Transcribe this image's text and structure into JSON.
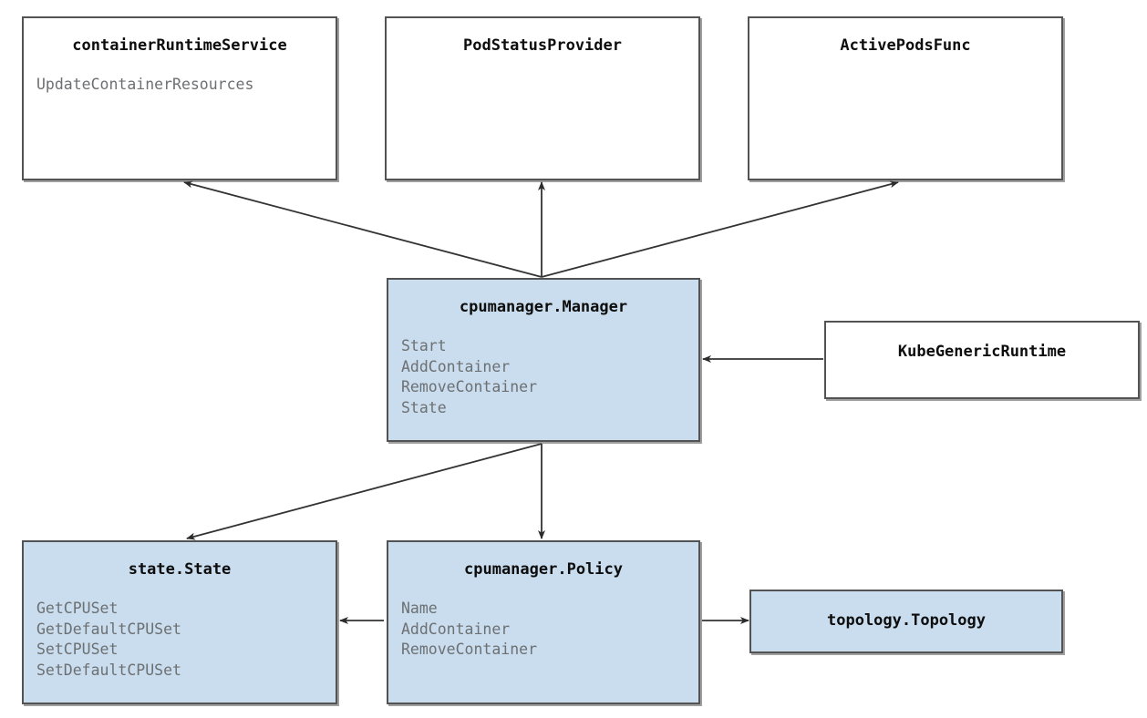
{
  "diagram": {
    "kind": "class-diagram",
    "background_color": "#ffffff",
    "node_fill_highlight": "#c9ddee",
    "node_fill_plain": "#ffffff",
    "node_border_color": "#535353",
    "title_color": "#0d0d0d",
    "member_color": "#6d7072",
    "edge_color": "#333333"
  },
  "nodes": {
    "container_runtime_service": {
      "title": "containerRuntimeService",
      "members": [
        "UpdateContainerResources"
      ]
    },
    "pod_status_provider": {
      "title": "PodStatusProvider",
      "members": []
    },
    "active_pods_func": {
      "title": "ActivePodsFunc",
      "members": []
    },
    "cpumanager_manager": {
      "title": "cpumanager.Manager",
      "members": [
        "Start",
        "AddContainer",
        "RemoveContainer",
        "State"
      ]
    },
    "kube_generic_runtime": {
      "title": "KubeGenericRuntime",
      "members": []
    },
    "state_state": {
      "title": "state.State",
      "members": [
        "GetCPUSet",
        "GetDefaultCPUSet",
        "SetCPUSet",
        "SetDefaultCPUSet"
      ]
    },
    "cpumanager_policy": {
      "title": "cpumanager.Policy",
      "members": [
        "Name",
        "AddContainer",
        "RemoveContainer"
      ]
    },
    "topology_topology": {
      "title": "topology.Topology",
      "members": []
    }
  },
  "edges": [
    {
      "from": "cpumanager_manager",
      "to": "container_runtime_service",
      "style": "solid",
      "arrow": "open"
    },
    {
      "from": "cpumanager_manager",
      "to": "pod_status_provider",
      "style": "solid",
      "arrow": "open"
    },
    {
      "from": "cpumanager_manager",
      "to": "active_pods_func",
      "style": "solid",
      "arrow": "open"
    },
    {
      "from": "kube_generic_runtime",
      "to": "cpumanager_manager",
      "style": "solid",
      "arrow": "open"
    },
    {
      "from": "cpumanager_manager",
      "to": "state_state",
      "style": "solid",
      "arrow": "open"
    },
    {
      "from": "cpumanager_manager",
      "to": "cpumanager_policy",
      "style": "solid",
      "arrow": "open"
    },
    {
      "from": "cpumanager_policy",
      "to": "state_state",
      "style": "solid",
      "arrow": "open"
    },
    {
      "from": "cpumanager_policy",
      "to": "topology_topology",
      "style": "solid",
      "arrow": "open"
    }
  ]
}
